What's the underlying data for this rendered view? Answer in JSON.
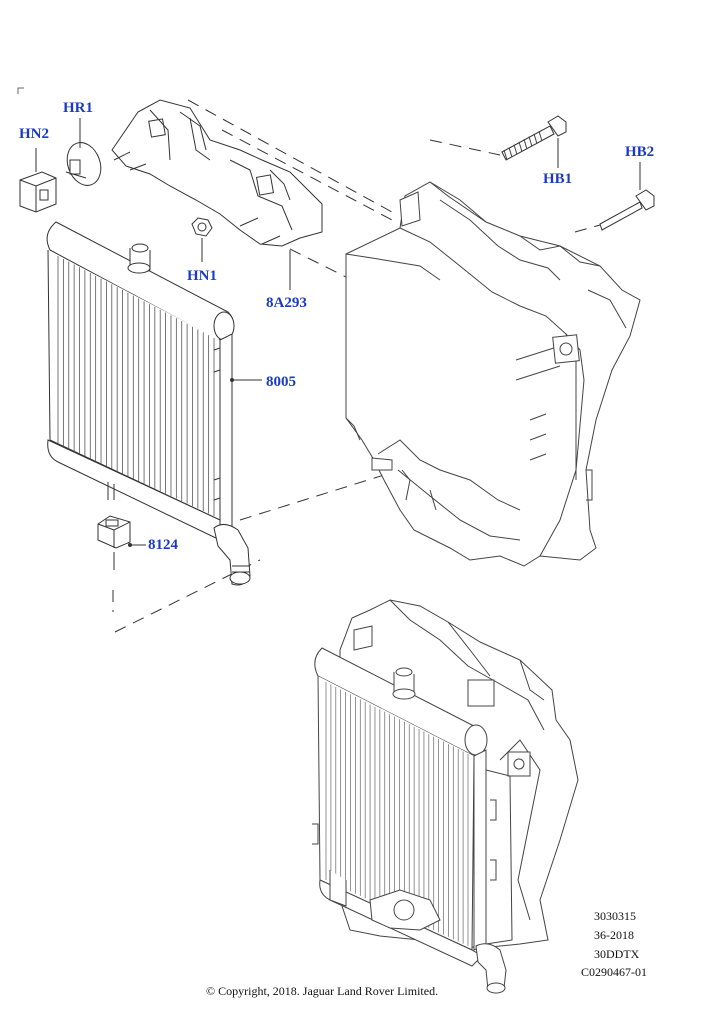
{
  "callouts": {
    "hn2": "HN2",
    "hr1": "HR1",
    "hn1": "HN1",
    "a8a293": "8A293",
    "p8005": "8005",
    "p8124": "8124",
    "hb1": "HB1",
    "hb2": "HB2"
  },
  "references": [
    "3030315",
    "36-2018",
    "30DDTX",
    "C0290467-01"
  ],
  "copyright": "© Copyright, 2018. Jaguar Land Rover Limited.",
  "colors": {
    "callout": "#1a3bc1",
    "lineart": "#333333"
  }
}
